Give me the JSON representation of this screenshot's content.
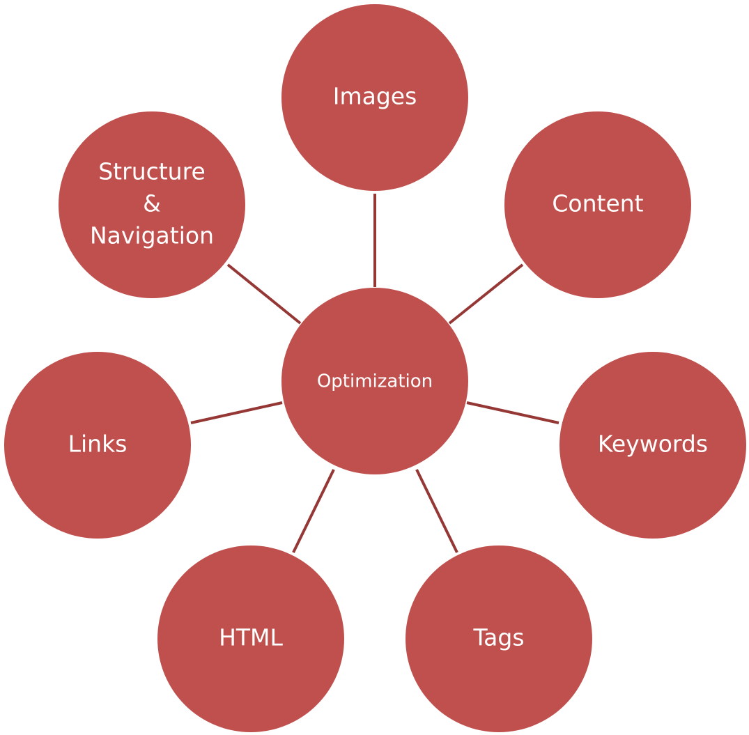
{
  "diagram": {
    "colors": {
      "node_fill": "#c0504d",
      "connector": "#953735",
      "text": "#ffffff"
    },
    "center": {
      "label": "Optimization"
    },
    "nodes": [
      {
        "key": "images",
        "label": "Images"
      },
      {
        "key": "content",
        "label": "Content"
      },
      {
        "key": "keywords",
        "label": "Keywords"
      },
      {
        "key": "tags",
        "label": "Tags"
      },
      {
        "key": "html",
        "label": "HTML"
      },
      {
        "key": "links",
        "label": "Links"
      },
      {
        "key": "structure",
        "label_lines": [
          "Structure",
          "&",
          "Navigation"
        ]
      }
    ]
  }
}
